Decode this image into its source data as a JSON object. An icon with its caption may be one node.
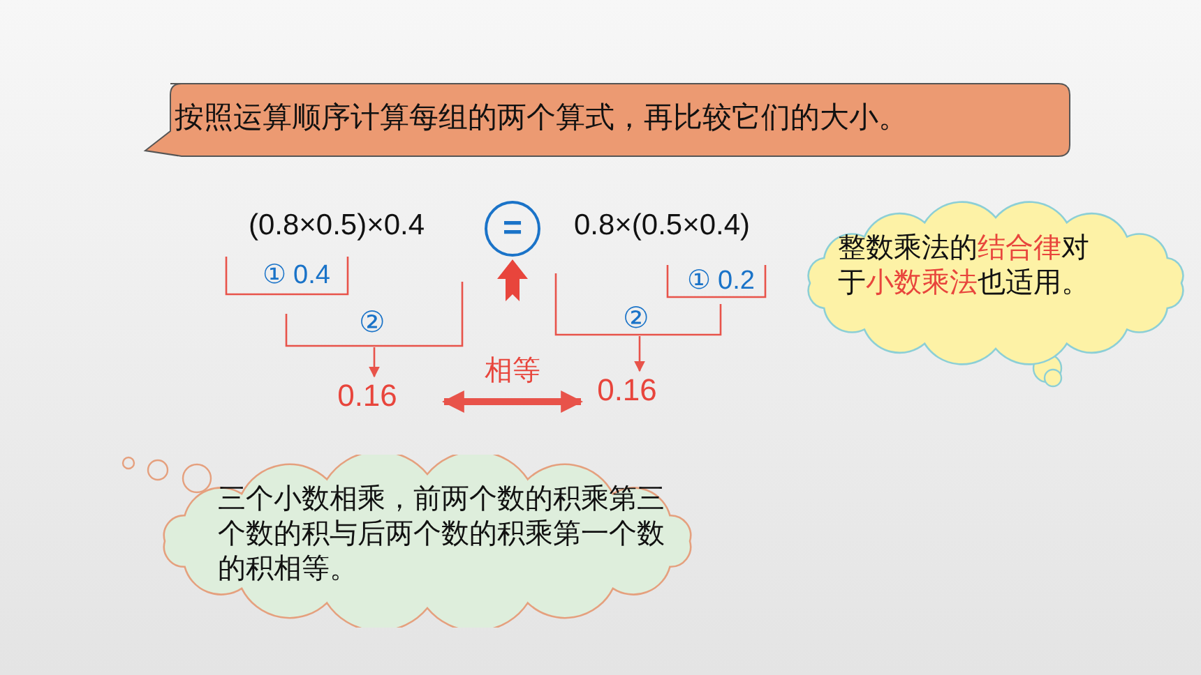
{
  "diagram": {
    "nodes": [
      {
        "text": [
          "按照运算顺序计算每组的两个算式，再比较它们的大小。"
        ]
      },
      {
        "text": [
          "(0.8×0.5)×0.4"
        ]
      },
      {
        "text": [
          "="
        ]
      },
      {
        "text": [
          "0.8×(0.5×0.4)"
        ]
      },
      {
        "text": [
          "整数乘法的**结合律**对于**小数乘法**也适用。"
        ]
      },
      {
        "text": [
          "0.16"
        ]
      },
      {
        "text": [
          "0.16"
        ]
      },
      {
        "text": [
          "三个小数相乘，前两个数的积乘第三个数的积与后两个数的积乘第一个数的积相等。"
        ]
      },
      {
        "text": [],
        "shape": "bracket"
      },
      {
        "text": [],
        "shape": "bracket"
      }
    ],
    "edges": [
      {
        "from": 8,
        "to": 5,
        "arrow": "to"
      },
      {
        "from": 9,
        "to": 6,
        "arrow": "to"
      },
      {
        "from": null,
        "to": 2,
        "arrow": "to",
        "style": "thick"
      },
      {
        "from": 5,
        "to": 6,
        "arrow": "both",
        "label": "相等",
        "style": "thick"
      }
    ],
    "labels": [
      "①",
      "0.4",
      "①",
      "0.2",
      "②",
      "②"
    ]
  }
}
